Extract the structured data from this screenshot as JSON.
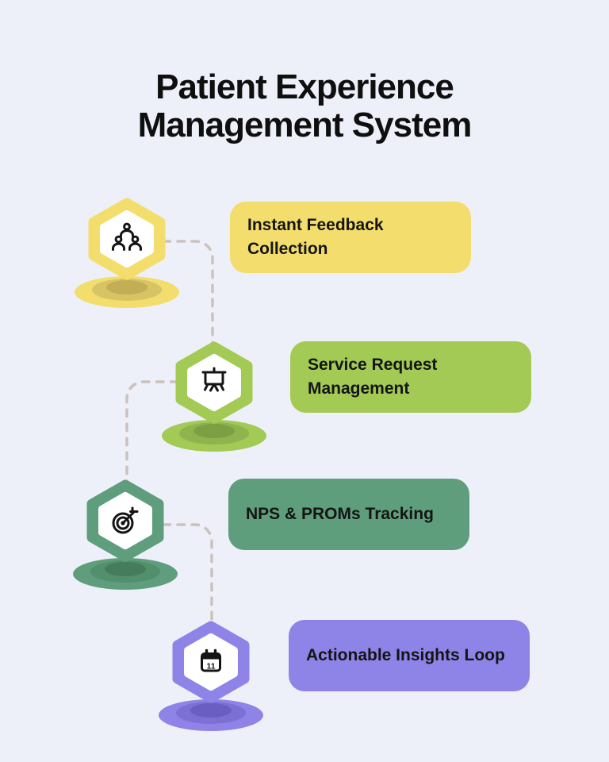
{
  "title": {
    "line1": "Patient Experience",
    "line2": "Management System"
  },
  "colors": {
    "background": "#eef0f9",
    "connector": "#ccc2bc",
    "title_text": "#0f0f0f",
    "label_text": "#141414"
  },
  "steps": [
    {
      "label": "Instant Feedback Collection",
      "icon": "people-group-icon",
      "color": "#f3dd6d",
      "shadow_mid": "#d7c464",
      "shadow_inner": "#c2af55"
    },
    {
      "label": "Service Request Management",
      "icon": "easel-icon",
      "color": "#a2ca55",
      "shadow_mid": "#8fb44d",
      "shadow_inner": "#7d9f44"
    },
    {
      "label": "NPS & PROMs Tracking",
      "icon": "target-icon",
      "color": "#5f9e7c",
      "shadow_mid": "#528f6c",
      "shadow_inner": "#457c5c"
    },
    {
      "label": "Actionable Insights Loop",
      "icon": "calendar-icon",
      "color": "#8e83e7",
      "shadow_mid": "#7c70d5",
      "shadow_inner": "#6a5ec3",
      "calendar_day": "11"
    }
  ]
}
